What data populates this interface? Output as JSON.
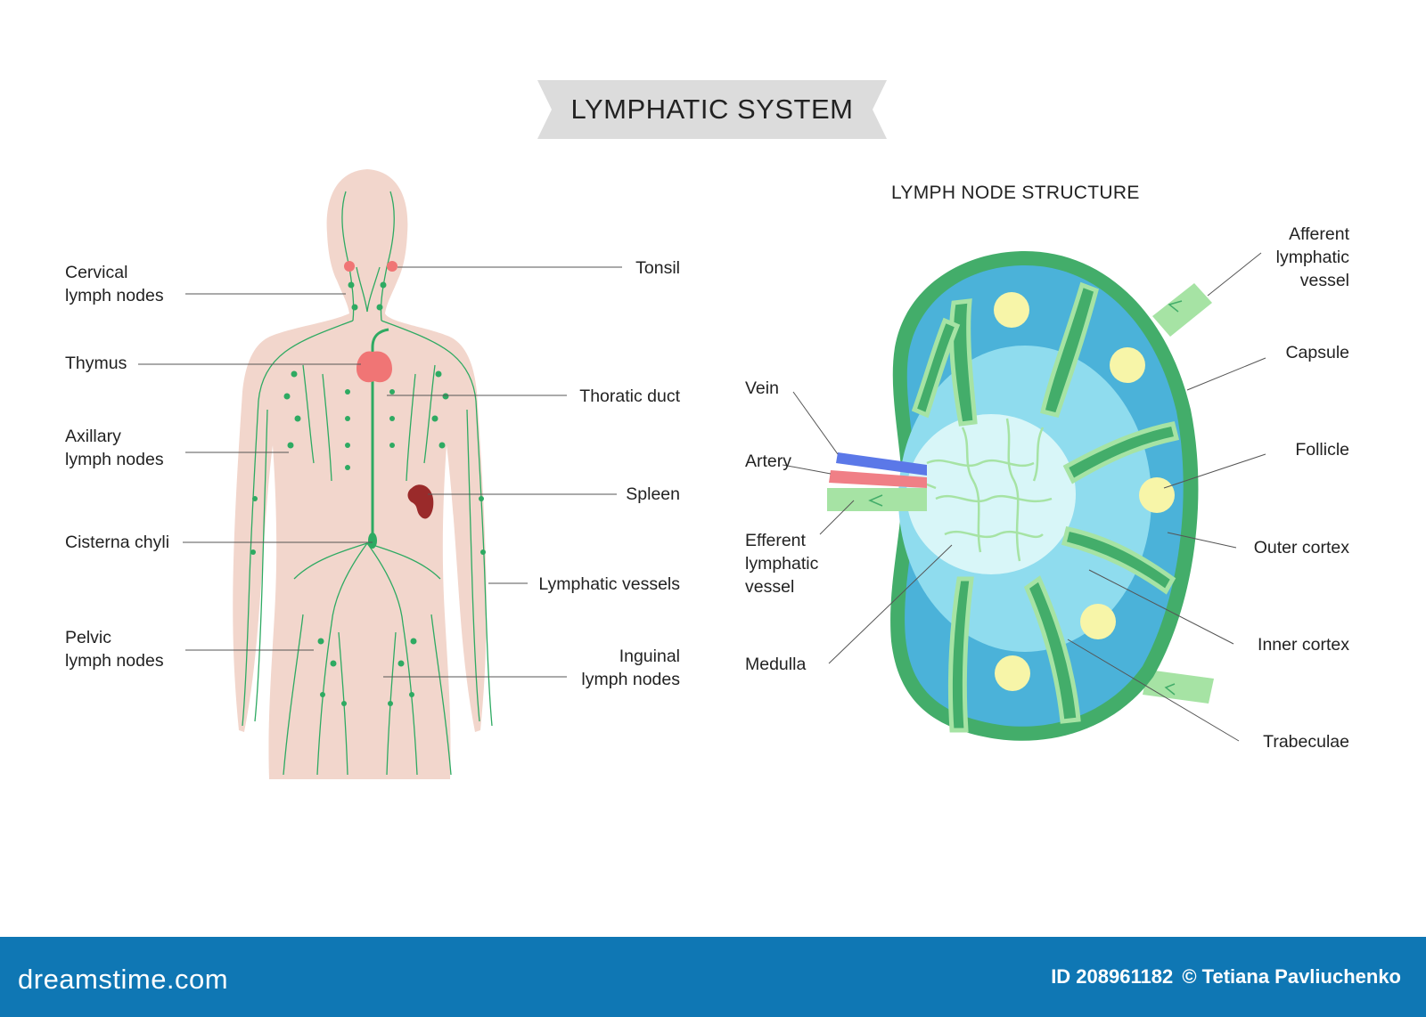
{
  "title": "LYMPHATIC SYSTEM",
  "subtitle": "LYMPH NODE STRUCTURE",
  "body_labels": {
    "cervical": "Cervical\nlymph nodes",
    "thymus": "Thymus",
    "axillary": "Axillary\nlymph nodes",
    "cisterna": "Cisterna chyli",
    "pelvic": "Pelvic\nlymph nodes",
    "tonsil": "Tonsil",
    "thoratic": "Thoratic duct",
    "spleen": "Spleen",
    "vessels": "Lymphatic vessels",
    "inguinal": "Inguinal\nlymph nodes"
  },
  "node_labels": {
    "vein": "Vein",
    "artery": "Artery",
    "efferent": "Efferent\nlymphatic\nvessel",
    "medulla": "Medulla",
    "afferent": "Afferent\nlymphatic\nvessel",
    "capsule": "Capsule",
    "follicle": "Follicle",
    "outer_cortex": "Outer cortex",
    "inner_cortex": "Inner cortex",
    "trabeculae": "Trabeculae"
  },
  "footer": {
    "logo": "dreamstime.com",
    "id_label": "ID 208961182",
    "credit": "© Tetiana Pavliuchenko"
  },
  "colors": {
    "skin": "#f2d6cc",
    "lymph_green": "#2eaa62",
    "capsule_green": "#43ad6a",
    "light_green": "#a6e3a4",
    "cortex_blue": "#4bb2d9",
    "inner_blue": "#8fdcee",
    "medulla_blue": "#d8f6f8",
    "follicle_yellow": "#f7f5a8",
    "vein_blue": "#5b78e8",
    "artery_red": "#f07f86",
    "spleen": "#9a2a2a",
    "footer": "#0f77b4"
  }
}
